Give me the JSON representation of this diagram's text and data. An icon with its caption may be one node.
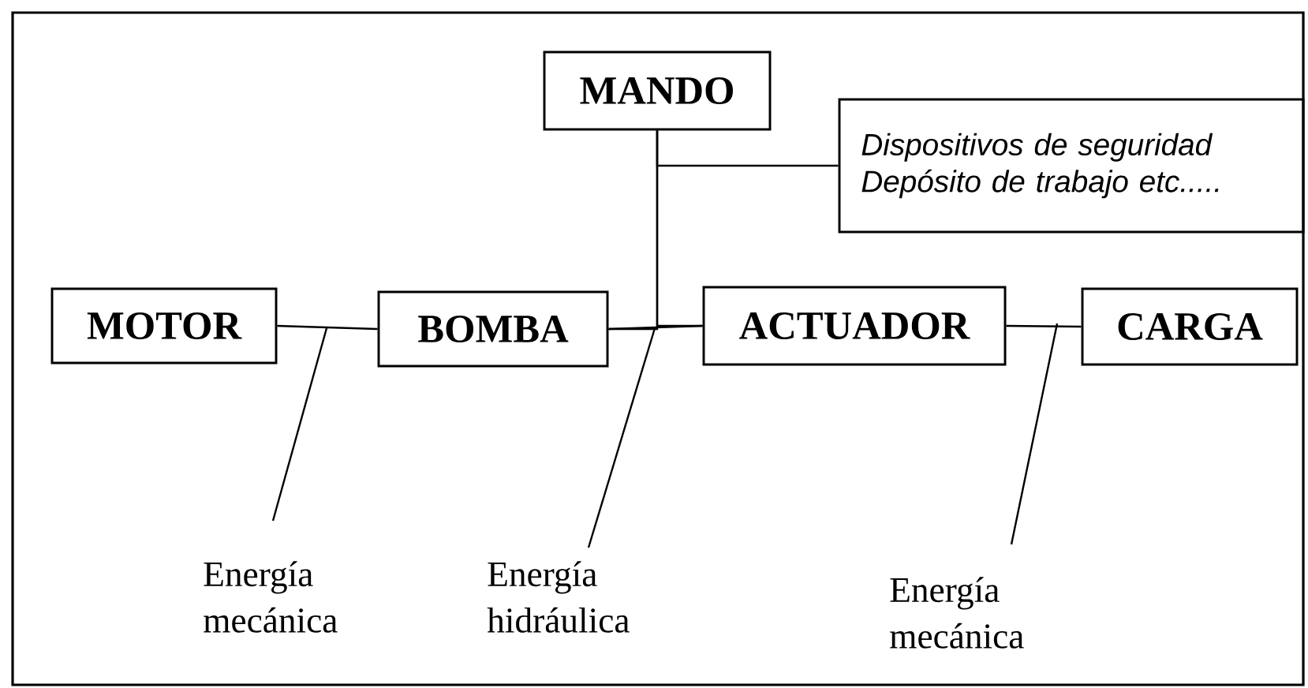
{
  "diagram": {
    "nodes": [
      {
        "text": [
          "MOTOR"
        ]
      },
      {
        "text": [
          "BOMBA"
        ]
      },
      {
        "text": [
          "MANDO"
        ]
      },
      {
        "text": [
          "Dispositivos de seguridad Depósito de trabajo etc....."
        ]
      },
      {
        "text": [
          "ACTUADOR"
        ]
      },
      {
        "text": [
          "CARGA"
        ]
      },
      {
        "text": [
          "Energía mecánica"
        ]
      },
      {
        "text": [
          "Energía hidráulica"
        ]
      },
      {
        "text": [
          "Energía mecánica"
        ]
      }
    ],
    "edges": [
      {
        "from": 0,
        "to": 1,
        "arrow": "none"
      },
      {
        "from": 1,
        "to": 4,
        "arrow": "none"
      },
      {
        "from": 4,
        "to": 5,
        "arrow": "none"
      },
      {
        "from": 2,
        "to": 1,
        "arrow": "none"
      },
      {
        "from": 2,
        "to": 4,
        "arrow": "none"
      },
      {
        "from": 3,
        "to": 2,
        "arrow": "none"
      },
      {
        "from": 6,
        "to": null,
        "arrow": "none"
      },
      {
        "from": 7,
        "to": null,
        "arrow": "none"
      },
      {
        "from": 8,
        "to": null,
        "arrow": "none"
      }
    ]
  }
}
